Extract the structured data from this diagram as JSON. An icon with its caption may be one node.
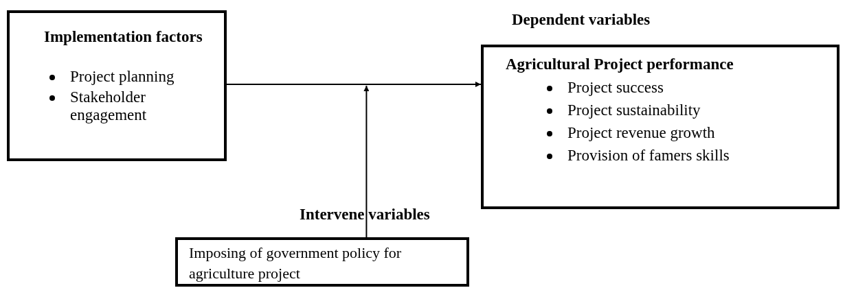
{
  "diagram": {
    "nodes": [
      {
        "text": [
          "Implementation factors",
          "Project planning",
          "Stakeholder engagement"
        ]
      },
      {
        "text": [
          "Agricultural Project performance",
          "Project success",
          "Project sustainability",
          "Project revenue growth",
          "Provision of famers skills"
        ],
        "beside": [
          "Dependent variables"
        ]
      },
      {
        "text": [
          "Imposing of government policy for agriculture project"
        ],
        "beside": [
          "Intervene variables"
        ]
      }
    ],
    "edges": [
      {
        "from": 0,
        "to": 1,
        "arrow": "to"
      },
      {
        "from": 2,
        "to": null,
        "arrow": "to"
      }
    ]
  }
}
